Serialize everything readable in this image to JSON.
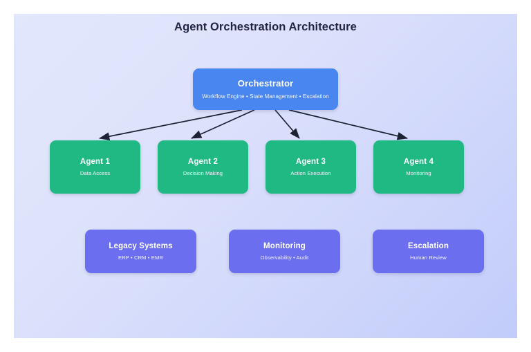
{
  "diagram": {
    "title": "Agent Orchestration Architecture",
    "background_from": "#e3e7fc",
    "background_to": "#c2ccfa",
    "edge_color": "#1b2234"
  },
  "orchestrator": {
    "title": "Orchestrator",
    "subtitle": "Workflow Engine • State Management • Escalation",
    "color": "#4a86f0"
  },
  "agents": {
    "color": "#21b983",
    "items": [
      {
        "title": "Agent 1",
        "subtitle": "Data Access"
      },
      {
        "title": "Agent 2",
        "subtitle": "Decision Making"
      },
      {
        "title": "Agent 3",
        "subtitle": "Action Execution"
      },
      {
        "title": "Agent 4",
        "subtitle": "Monitoring"
      }
    ]
  },
  "support_systems": {
    "color": "#6c6ef0",
    "items": [
      {
        "title": "Legacy Systems",
        "subtitle": "ERP • CRM • EMR"
      },
      {
        "title": "Monitoring",
        "subtitle": "Observability • Audit"
      },
      {
        "title": "Escalation",
        "subtitle": "Human Review"
      }
    ]
  }
}
